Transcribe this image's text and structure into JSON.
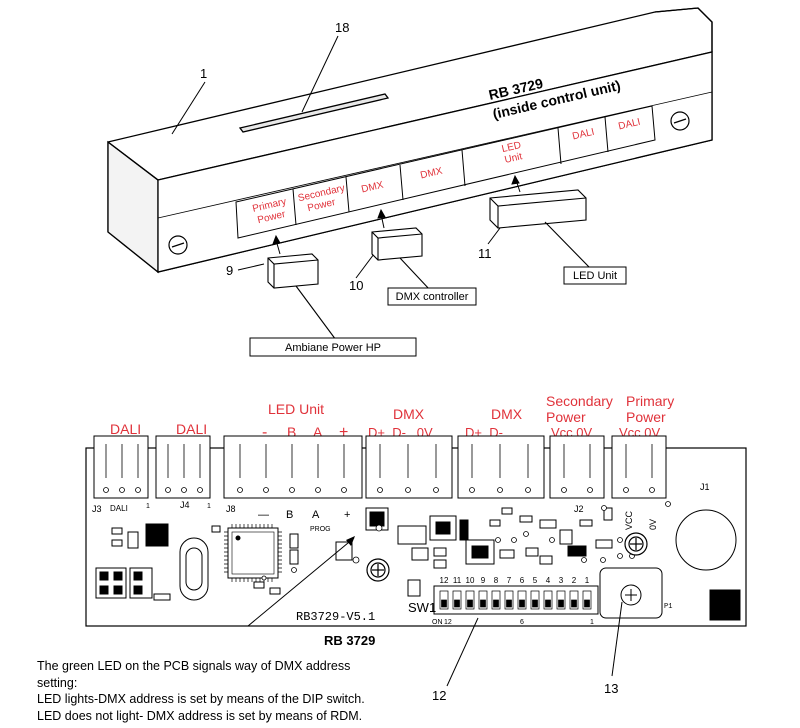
{
  "top_diagram": {
    "title_line1": "RB 3729",
    "title_line2": "(inside control unit)",
    "callouts": [
      "1",
      "18",
      "9",
      "10",
      "11"
    ],
    "ports": [
      "Primary",
      "Power",
      "Secondary",
      "Power",
      "DMX",
      "DMX",
      "LED",
      "Unit",
      "DALI",
      "DALI"
    ],
    "boxes": [
      "Ambiane Power HP",
      "DMX controller",
      "LED Unit"
    ]
  },
  "pcb": {
    "title": "RB 3729",
    "version_text": "RB3729-V5.1",
    "headers": {
      "dali1": "DALI",
      "dali2": "DALI",
      "led_unit": "LED Unit",
      "led_minus": "-",
      "led_b": "B",
      "led_a": "A",
      "led_plus": "+",
      "dmx1": "DMX",
      "dmx1_pins": "D+  D-   0V",
      "dmx2": "DMX",
      "dmx2_pins": "D+  D-",
      "secondary_power1": "Secondary",
      "secondary_power2": "Power",
      "secondary_pins": "Vcc 0V",
      "primary_power1": "Primary",
      "primary_power2": "Power",
      "primary_pins": "Vcc 0V"
    },
    "connector_labels": [
      "J3",
      "DALI",
      "1",
      "J4",
      "1",
      "J8",
      "J2",
      "J1",
      "SW1",
      "12",
      "6",
      "1",
      "ON"
    ],
    "dip_numbers": [
      "12",
      "11",
      "10",
      "9",
      "8",
      "7",
      "6",
      "5",
      "4",
      "3",
      "2",
      "1"
    ],
    "callouts": [
      "12",
      "13"
    ]
  },
  "note": {
    "line1": "The green LED on the  PCB signals way of DMX address",
    "line2": "setting:",
    "line3": "LED lights-DMX address is set by means of the DIP switch.",
    "line4": "LED does not light- DMX address is set by means of RDM."
  }
}
